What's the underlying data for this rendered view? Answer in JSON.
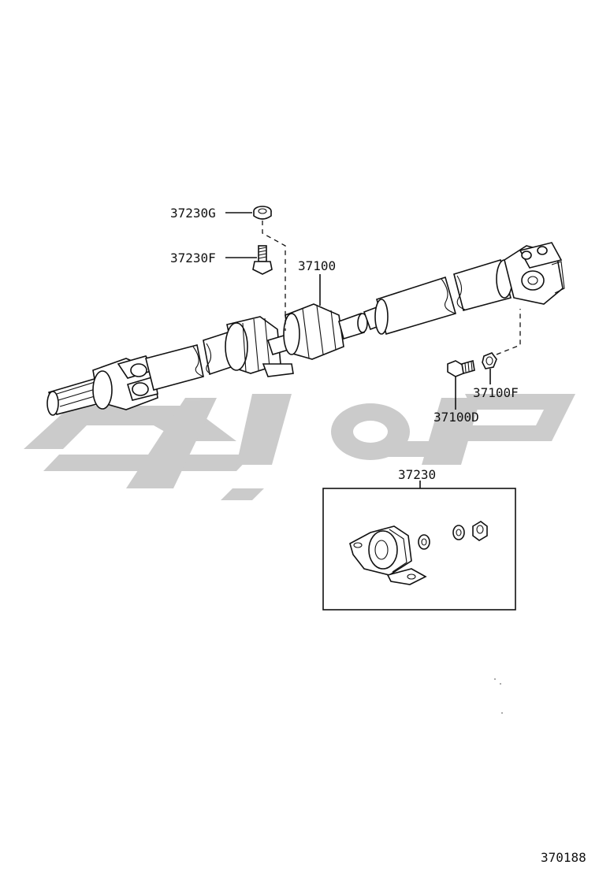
{
  "diagram": {
    "part_labels": {
      "p37230G": "37230G",
      "p37230F": "37230F",
      "p37100": "37100",
      "p37100D": "37100D",
      "p37100F": "37100F",
      "p37230": "37230"
    },
    "figure_code": "370188"
  },
  "watermark": {
    "color": "#c9c9c9"
  }
}
